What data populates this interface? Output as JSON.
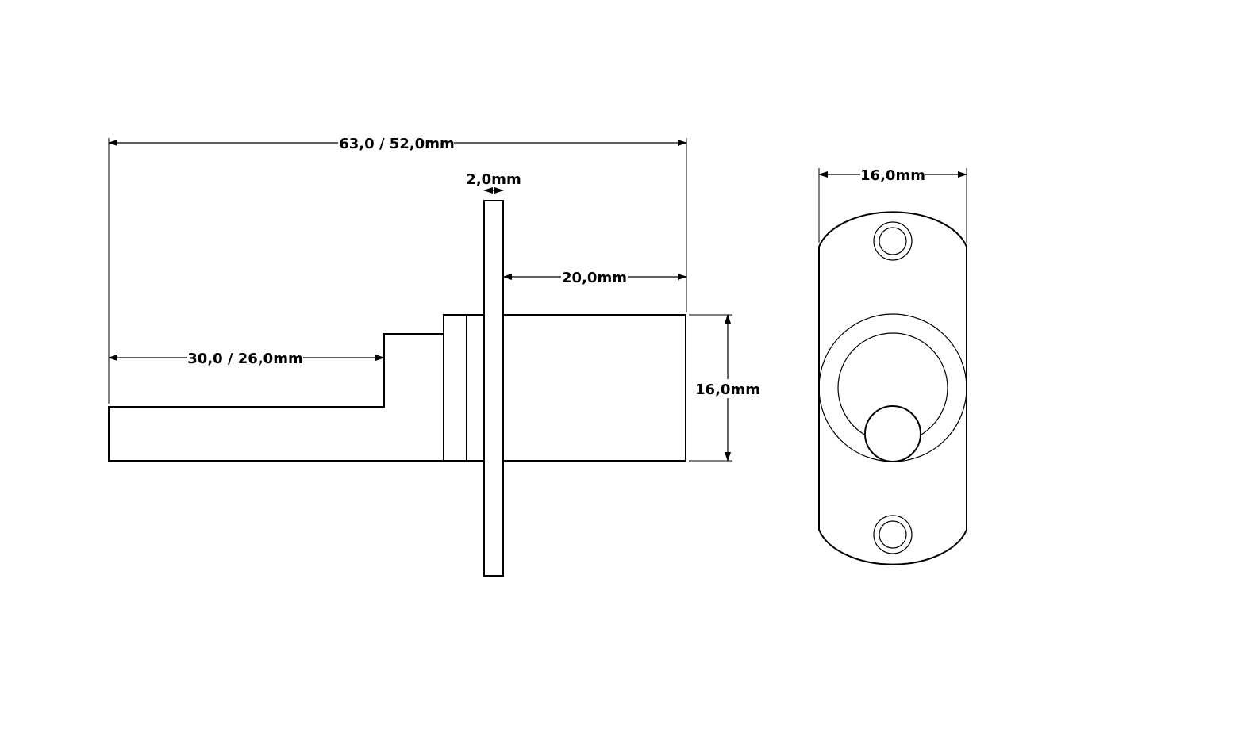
{
  "dimensions": {
    "overall_length": "63,0 / 52,0mm",
    "flange_thickness": "2,0mm",
    "body_length": "20,0mm",
    "shaft_length": "30,0 / 26,0mm",
    "body_diameter": "16,0mm",
    "plate_width": "16,0mm"
  },
  "colors": {
    "line": "#000000",
    "background": "#ffffff"
  }
}
